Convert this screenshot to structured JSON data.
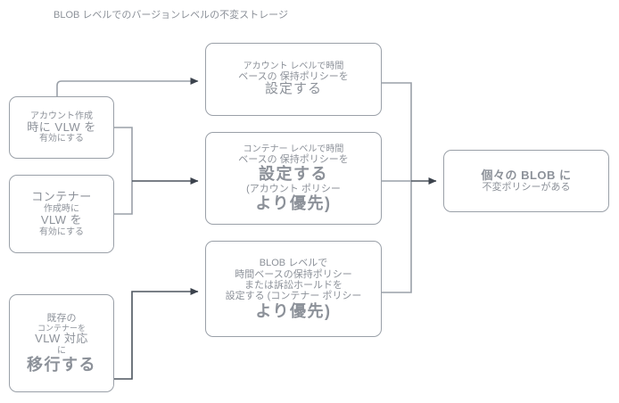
{
  "page": {
    "title": "BLOB レベルでのバージョンレベルの不変ストレージ",
    "background": "#ffffff",
    "text_color": "#8c9199",
    "border_color": "#9aa0a8",
    "connector_color": "#9aa0a8",
    "arrow_color": "#3b424c"
  },
  "nodes": {
    "account_vlw": {
      "name": "アカウント作成時に VLW を有効にする",
      "lines": [
        "アカウント作成",
        "時に VLW を",
        "有効にする"
      ]
    },
    "container_vlw": {
      "name": "コンテナー作成時に VLW を有効にする",
      "lines": [
        "コンテナー",
        "作成時に",
        "VLW を",
        "有効にする"
      ]
    },
    "migrate_existing": {
      "name": "既存のコンテナーを VLW 対応に移行する",
      "lines": [
        "既存の",
        "コンテナーを",
        "VLW 対応",
        "に",
        "移行する"
      ]
    },
    "account_policy": {
      "name": "アカウント レベルで時間ベースの保持ポリシーを設定する",
      "lines": [
        "アカウント レベルで時間",
        "ベースの 保持ポリシーを",
        "設定する"
      ]
    },
    "container_policy": {
      "name": "コンテナー レベルで時間ベースの保持ポリシーを設定する (アカウント ポリシーより優先)",
      "lines": [
        "コンテナー レベルで時間",
        "ベースの 保持ポリシーを",
        "設定する",
        "(アカウント ポリシー",
        "より優先)"
      ]
    },
    "blob_policy": {
      "name": "BLOB レベルで時間ベースの保持ポリシーまたは訴訟ホールドを設定する (コンテナー ポリシーより優先)",
      "lines": [
        "BLOB レベルで",
        "時間ベースの保持ポリシー",
        "または訴訟ホールドを",
        "設定する (コンテナー ポリシー",
        "より優先)"
      ]
    },
    "blob_immutable": {
      "name": "個々の BLOB に不変ポリシーがある",
      "lines": [
        "個々の BLOB に",
        "不変ポリシーがある"
      ]
    }
  },
  "connectors": [
    {
      "from": "account_vlw",
      "to": "account_policy",
      "label": ""
    },
    {
      "from": "account_vlw",
      "to": "container_policy",
      "label": ""
    },
    {
      "from": "container_vlw",
      "to": "container_policy",
      "label": ""
    },
    {
      "from": "migrate_existing",
      "to": "blob_policy",
      "label": ""
    },
    {
      "from": "account_policy",
      "to": "blob_immutable",
      "label": ""
    },
    {
      "from": "container_policy",
      "to": "blob_immutable",
      "label": ""
    },
    {
      "from": "blob_policy",
      "to": "blob_immutable",
      "label": ""
    }
  ]
}
